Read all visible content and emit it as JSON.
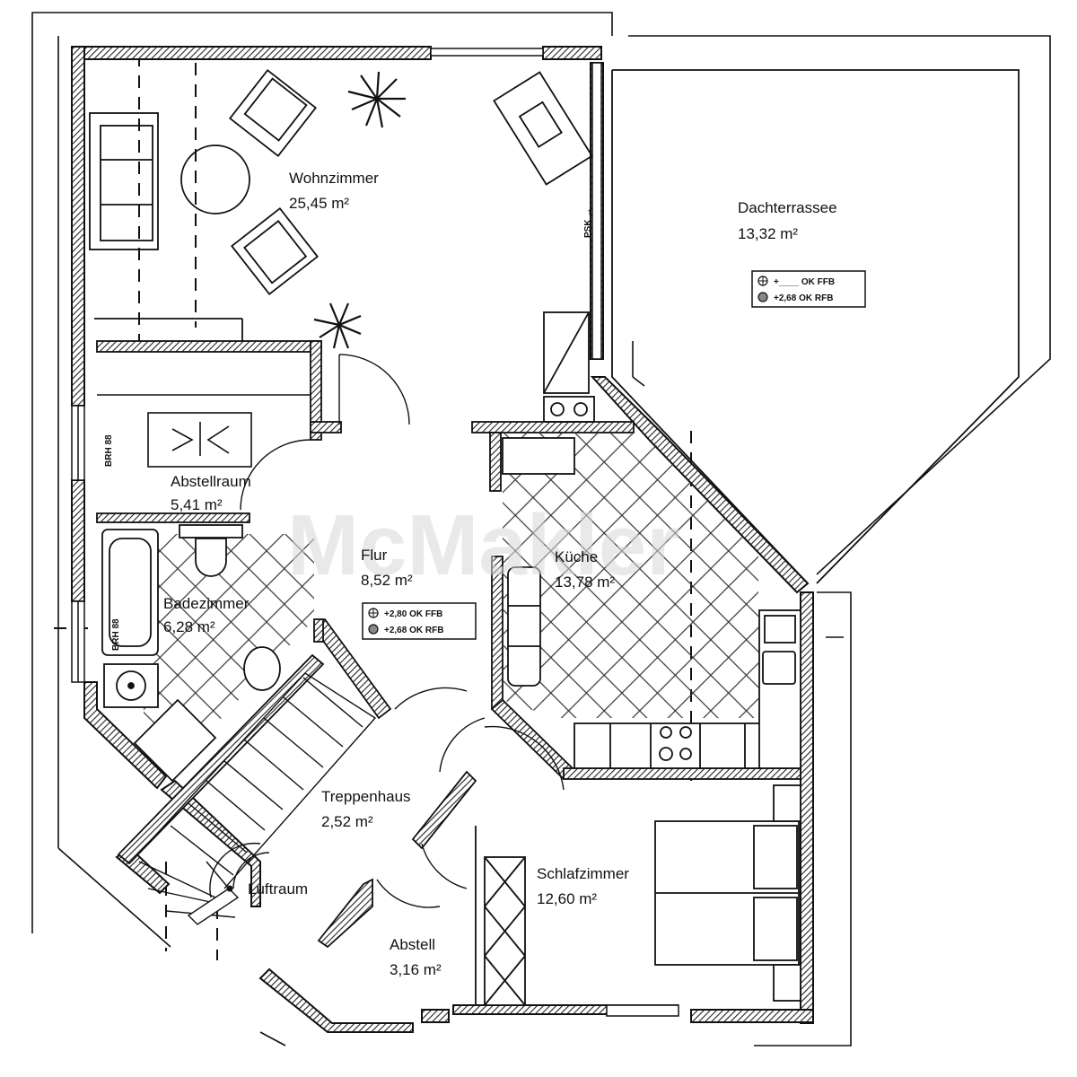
{
  "colors": {
    "wall": "#222222",
    "line": "#111111",
    "paper": "#ffffff",
    "watermark": "#d0d0d0"
  },
  "watermark": "McMakler",
  "rooms": {
    "wohnzimmer": {
      "name": "Wohnzimmer",
      "area": "25,45 m²"
    },
    "dachterrasse": {
      "name": "Dachterrassee",
      "area": "13,32 m²"
    },
    "abstellraum": {
      "name": "Abstellraum",
      "area": "5,41 m²"
    },
    "flur": {
      "name": "Flur",
      "area": "8,52 m²"
    },
    "kueche": {
      "name": "Küche",
      "area": "13,78 m²"
    },
    "badezimmer": {
      "name": "Badezimmer",
      "area": "6,28 m²"
    },
    "treppenhaus": {
      "name": "Treppenhaus",
      "area": "2,52 m²"
    },
    "schlafzimmer": {
      "name": "Schlafzimmer",
      "area": "12,60 m²"
    },
    "abstell": {
      "name": "Abstell",
      "area": "3,16 m²"
    },
    "luftraum": {
      "name": "Luftraum"
    }
  },
  "legends": {
    "terrace": {
      "line1": "+____ OK FFB",
      "line2": "+2,68 OK RFB"
    },
    "flur": {
      "line1": "+2,80 OK FFB",
      "line2": "+2,68 OK RFB"
    }
  },
  "marks": {
    "psk": "PSK →",
    "brh_upper": "BRH 88",
    "brh_lower": "BRH 88"
  }
}
